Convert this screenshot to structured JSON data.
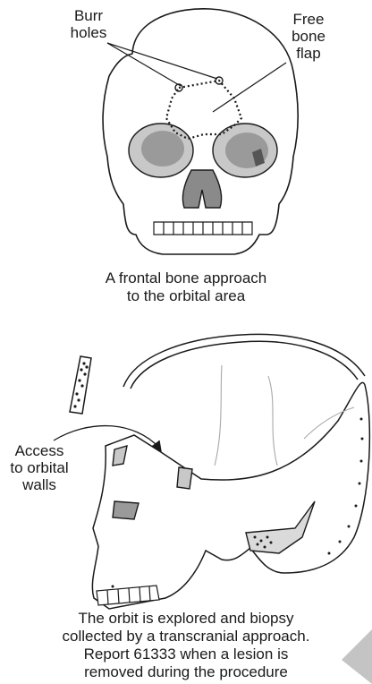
{
  "top_figure": {
    "burr_label": [
      "Burr",
      "holes"
    ],
    "flap_label": [
      "Free",
      "bone",
      "flap"
    ],
    "caption": [
      "A frontal bone approach",
      "to the orbital area"
    ]
  },
  "bottom_figure": {
    "access_label": [
      "Access",
      "to orbital",
      "walls"
    ],
    "caption": [
      "The orbit is explored and biopsy",
      "collected by a transcranial approach.",
      "Report 61333 when a lesion is",
      "removed during the procedure"
    ]
  },
  "colors": {
    "ink": "#1a1a1a",
    "bone": "#ffffff",
    "shade": "#c8c8c8",
    "orbit": "#9a9a9a",
    "corner": "#c4c4c4"
  }
}
